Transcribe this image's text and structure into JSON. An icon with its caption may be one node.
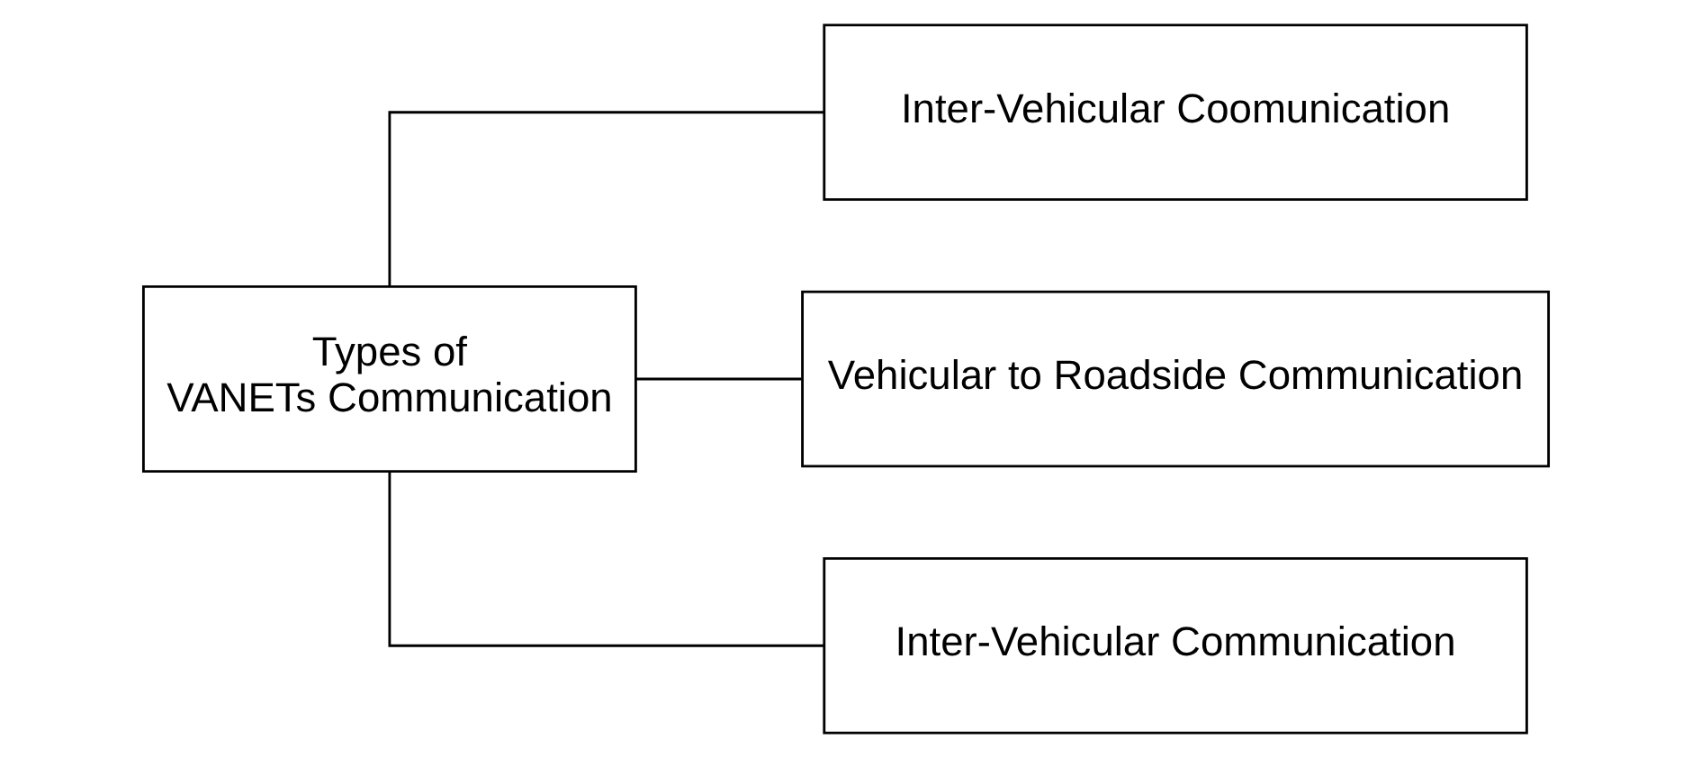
{
  "diagram": {
    "nodes": [
      {
        "text": [
          "Types of VANETs Communication"
        ]
      },
      {
        "text": [
          "Inter-Vehicular Coomunication"
        ]
      },
      {
        "text": [
          "Vehicular to Roadside Communication"
        ]
      },
      {
        "text": [
          "Inter-Vehicular Communication"
        ]
      }
    ],
    "edges": [
      {
        "from": 0,
        "to": 1,
        "arrow": "none"
      },
      {
        "from": 0,
        "to": 2,
        "arrow": "none"
      },
      {
        "from": 0,
        "to": 3,
        "arrow": "none"
      }
    ]
  }
}
